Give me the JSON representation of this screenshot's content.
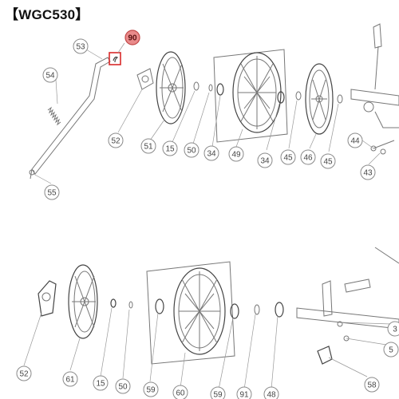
{
  "title": "【WGC530】",
  "highlight": {
    "label": "90",
    "color": "#e98a8a",
    "box_color": "#d92a2a"
  },
  "callouts_top": [
    "53",
    "54",
    "52",
    "51",
    "15",
    "50",
    "34",
    "49",
    "34",
    "45",
    "46",
    "45",
    "44",
    "43",
    "55"
  ],
  "callouts_bottom": [
    "52",
    "61",
    "15",
    "50",
    "59",
    "60",
    "59",
    "91",
    "48",
    "58",
    "5",
    "3"
  ]
}
